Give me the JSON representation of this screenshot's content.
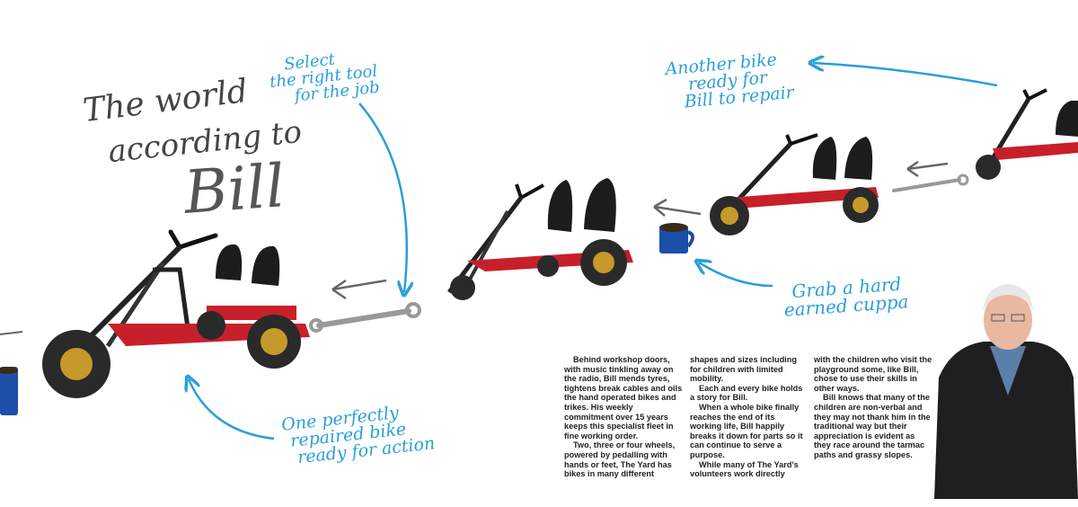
{
  "title": {
    "line1": "The world",
    "line2": "according to",
    "line3": "Bill"
  },
  "annotations": {
    "tool": [
      "Select",
      "the right tool",
      "for the job"
    ],
    "bike": [
      "Another bike",
      "ready for",
      "Bill to repair"
    ],
    "cuppa": [
      "Grab a hard",
      "earned cuppa"
    ],
    "repaired": [
      "One perfectly",
      "repaired bike",
      "ready for action"
    ]
  },
  "article": {
    "col1": [
      "Behind workshop doors, with music tinkling away on the radio, Bill mends tyres, tightens break cables and oils the hand operated bikes and trikes. His weekly commitment over 15 years keeps this specialist fleet in fine working order.",
      "Two, three or four wheels, powered by pedalling with hands or feet, The Yard has bikes in many different"
    ],
    "col2": [
      "shapes and sizes including for children with limited mobility.",
      "Each and every bike holds a story for Bill.",
      "When a whole bike finally reaches the end of its working life, Bill happily breaks it down for parts so it can continue to serve a purpose.",
      "While many of The Yard's volunteers work directly"
    ],
    "col3": [
      "with the children who visit the playground some, like Bill, chose to use their skills in other ways.",
      "Bill knows that many of the children are non-verbal and they may not thank him in the traditional way but their appreciation is evident as they race around the tarmac paths and grassy slopes."
    ]
  },
  "colors": {
    "accent_blue": "#2a9fd8",
    "handwriting_grey": "#444444",
    "frame_red": "#c8202a",
    "seat_black": "#1c1c1c"
  }
}
